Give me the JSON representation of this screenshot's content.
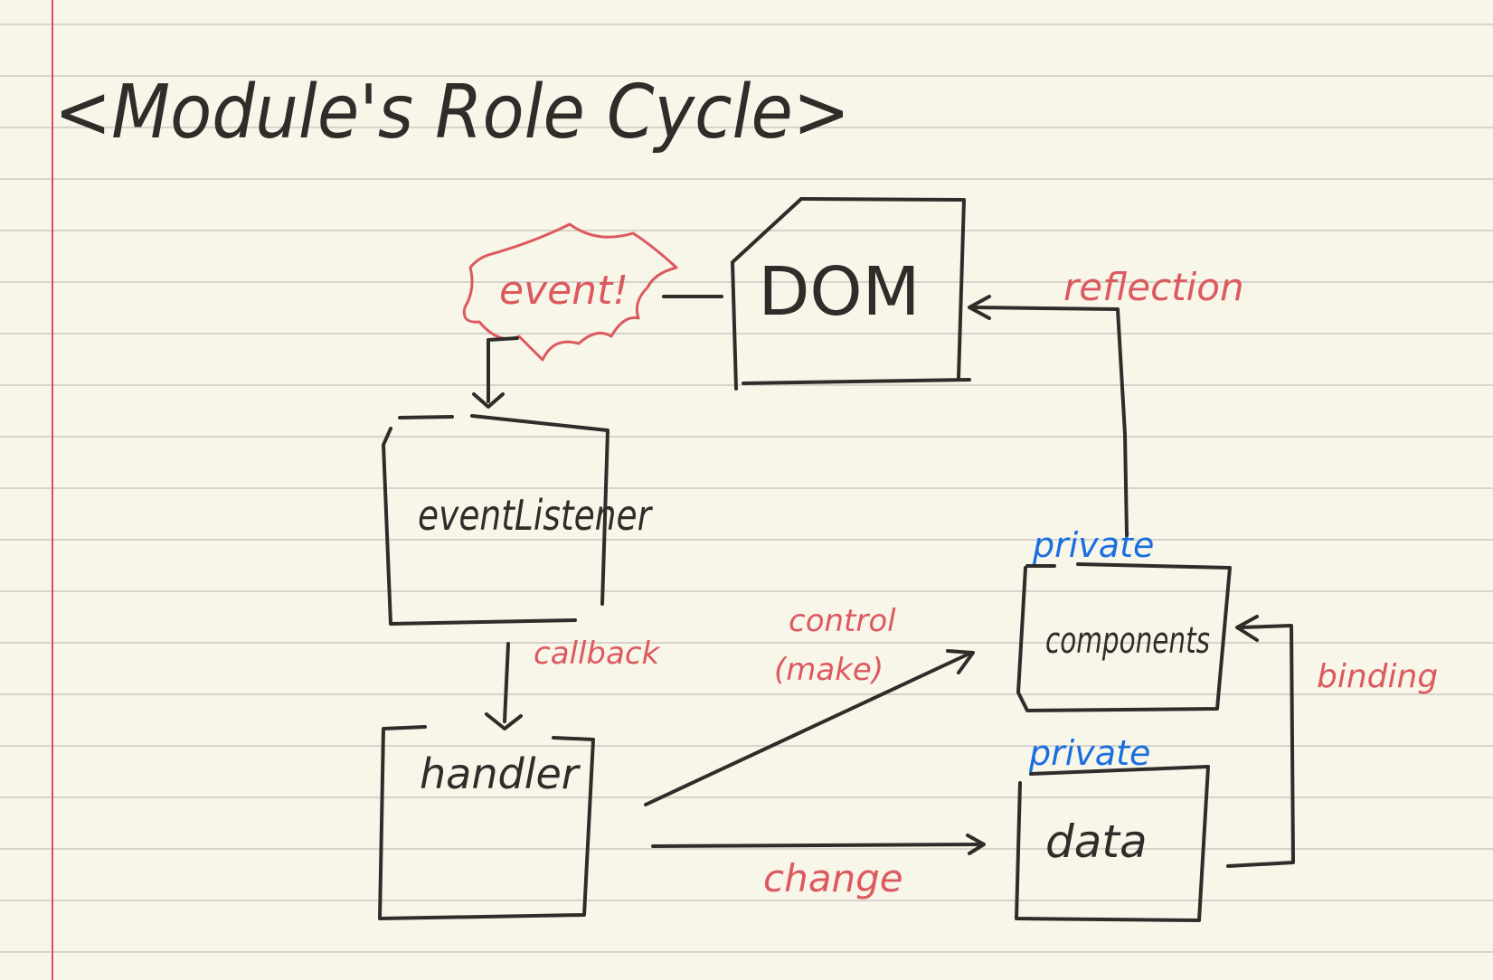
{
  "title": "<Module's Role Cycle>",
  "colors": {
    "paper": "#f8f5e9",
    "ruled_line": "#d6d4cc",
    "margin_line": "#e34a60",
    "ink": "#2f2d2a",
    "annotation_red": "#dc5a5f",
    "annotation_blue": "#1a6fe0"
  },
  "nodes": {
    "dom": "DOM",
    "event_listener": "eventListener",
    "handler": "handler",
    "components": "components",
    "data": "data"
  },
  "event_burst": "event!",
  "modifiers": {
    "components_private": "private",
    "data_private": "private"
  },
  "edges": {
    "callback": "callback",
    "control_line1": "control",
    "control_line2": "(make)",
    "change": "change",
    "binding": "binding",
    "reflection": "reflection"
  }
}
